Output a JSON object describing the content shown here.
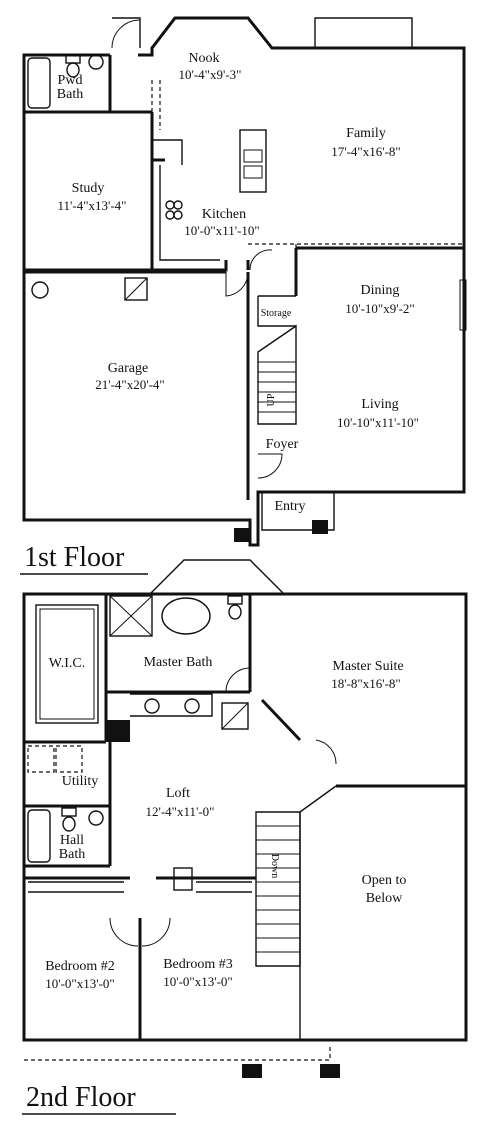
{
  "floors": {
    "first": {
      "label": "1st Floor",
      "rooms": {
        "powder_bath": {
          "name": "Pwd",
          "name_line2": "Bath"
        },
        "nook": {
          "name": "Nook",
          "dims": "10'-4\"x9'-3\""
        },
        "family": {
          "name": "Family",
          "dims": "17'-4\"x16'-8\""
        },
        "study": {
          "name": "Study",
          "dims": "11'-4\"x13'-4\""
        },
        "kitchen": {
          "name": "Kitchen",
          "dims": "10'-0\"x11'-10\""
        },
        "dining": {
          "name": "Dining",
          "dims": "10'-10\"x9'-2\""
        },
        "storage": {
          "name": "Storage"
        },
        "garage": {
          "name": "Garage",
          "dims": "21'-4\"x20'-4\""
        },
        "living": {
          "name": "Living",
          "dims": "10'-10\"x11'-10\""
        },
        "foyer": {
          "name": "Foyer"
        },
        "entry": {
          "name": "Entry"
        }
      },
      "stair_label": "UP"
    },
    "second": {
      "label": "2nd Floor",
      "rooms": {
        "wic": {
          "name": "W.I.C."
        },
        "master_bath": {
          "name": "Master Bath"
        },
        "master_suite": {
          "name": "Master Suite",
          "dims": "18'-8\"x16'-8\""
        },
        "utility": {
          "name": "Utility"
        },
        "loft": {
          "name": "Loft",
          "dims": "12'-4\"x11'-0\""
        },
        "hall_bath": {
          "name": "Hall",
          "name_line2": "Bath"
        },
        "open_to_below": {
          "name": "Open to",
          "name_line2": "Below"
        },
        "bedroom2": {
          "name": "Bedroom #2",
          "dims": "10'-0\"x13'-0\""
        },
        "bedroom3": {
          "name": "Bedroom #3",
          "dims": "10'-0\"x13'-0\""
        }
      },
      "stair_label": "Down"
    }
  }
}
